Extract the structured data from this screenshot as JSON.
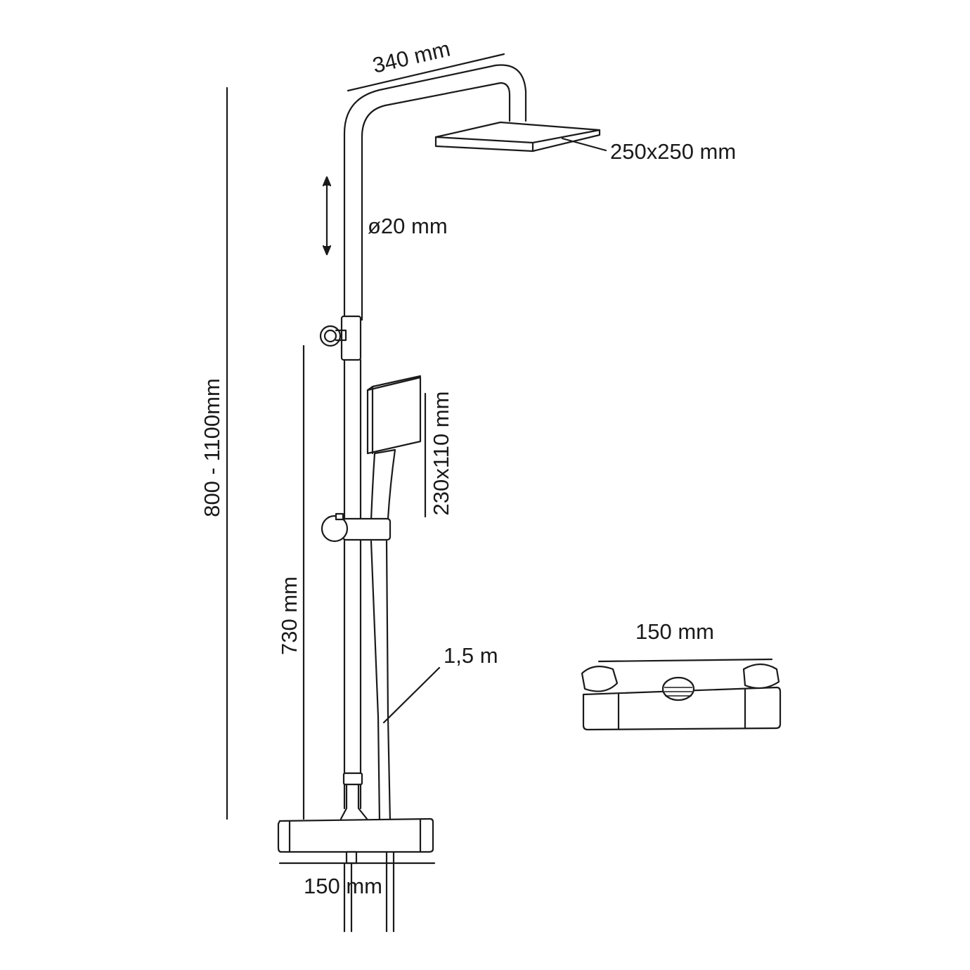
{
  "diagram": {
    "labels": {
      "bar_width": "340 mm",
      "head_size": "250x250 mm",
      "pipe_diameter": "ø20 mm",
      "total_height": "800 - 1100mm",
      "rail_height": "730 mm",
      "hand_shower_size": "230x110 mm",
      "hose_length": "1,5 m",
      "thermostat_width": "150 mm",
      "thermostat_detail_width": "150 mm"
    }
  }
}
